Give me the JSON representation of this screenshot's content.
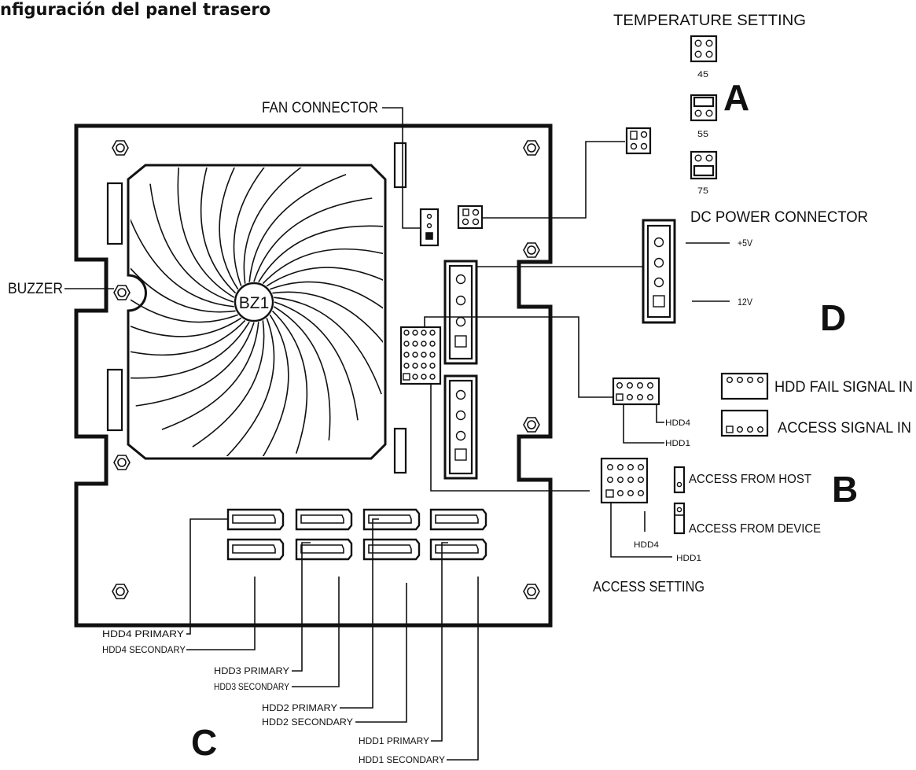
{
  "title": "nfiguración del panel trasero",
  "board": {
    "buzzer_id": "BZ1"
  },
  "labels": {
    "temperature_setting": "TEMPERATURE SETTING",
    "temp_values": [
      "45",
      "55",
      "75"
    ],
    "section_a": "A",
    "section_b": "B",
    "section_c": "C",
    "section_d": "D",
    "fan_connector": "FAN CONNECTOR",
    "dc_power_connector": "DC POWER CONNECTOR",
    "plus_5v": "+5V",
    "v12": "12V",
    "buzzer": "BUZZER",
    "hdd_fail_signal_in": "HDD FAIL SIGNAL IN",
    "access_signal_in": "ACCESS SIGNAL IN",
    "hdd4": "HDD4",
    "hdd1": "HDD1",
    "access_from_host": "ACCESS FROM HOST",
    "access_from_device": "ACCESS FROM DEVICE",
    "access_setting": "ACCESS SETTING",
    "sata": [
      "HDD4 PRIMARY",
      "HDD4 SECONDARY",
      "HDD3 PRIMARY",
      "HDD3 SECONDARY",
      "HDD2 PRIMARY",
      "HDD2 SECONDARY",
      "HDD1 PRIMARY",
      "HDD1 SECONDARY"
    ]
  }
}
